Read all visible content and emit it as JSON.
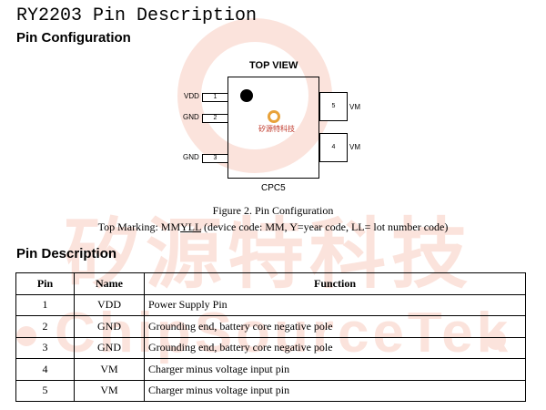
{
  "document": {
    "title": "RY2203 Pin Description",
    "pin_configuration_heading": "Pin Configuration",
    "pin_description_heading": "Pin Description"
  },
  "package": {
    "view_label": "TOP VIEW",
    "name": "CPC5",
    "logo_text": "矽源特科技",
    "left_pins": [
      {
        "label": "VDD",
        "number": "1"
      },
      {
        "label": "GND",
        "number": "2"
      },
      {
        "label": "GND",
        "number": "3"
      }
    ],
    "right_pins": [
      {
        "label": "VM",
        "number": "5"
      },
      {
        "label": "VM",
        "number": "4"
      }
    ]
  },
  "figure": {
    "caption": "Figure 2. Pin Configuration",
    "marking_prefix": "Top Marking: MM",
    "marking_underlined": "YLL",
    "marking_suffix": " (device code: MM, Y=year code, LL= lot number code)"
  },
  "table": {
    "headers": [
      "Pin",
      "Name",
      "Function"
    ],
    "rows": [
      {
        "pin": "1",
        "name": "VDD",
        "function": "Power Supply Pin"
      },
      {
        "pin": "2",
        "name": "GND",
        "function": "Grounding end, battery core negative pole"
      },
      {
        "pin": "3",
        "name": "GND",
        "function": "Grounding end, battery core negative pole"
      },
      {
        "pin": "4",
        "name": "VM",
        "function": "Charger minus voltage input pin"
      },
      {
        "pin": "5",
        "name": "VM",
        "function": "Charger minus voltage input pin"
      }
    ]
  },
  "watermark": {
    "chinese": "矽源特科技",
    "english": "ChipSourceTek"
  }
}
